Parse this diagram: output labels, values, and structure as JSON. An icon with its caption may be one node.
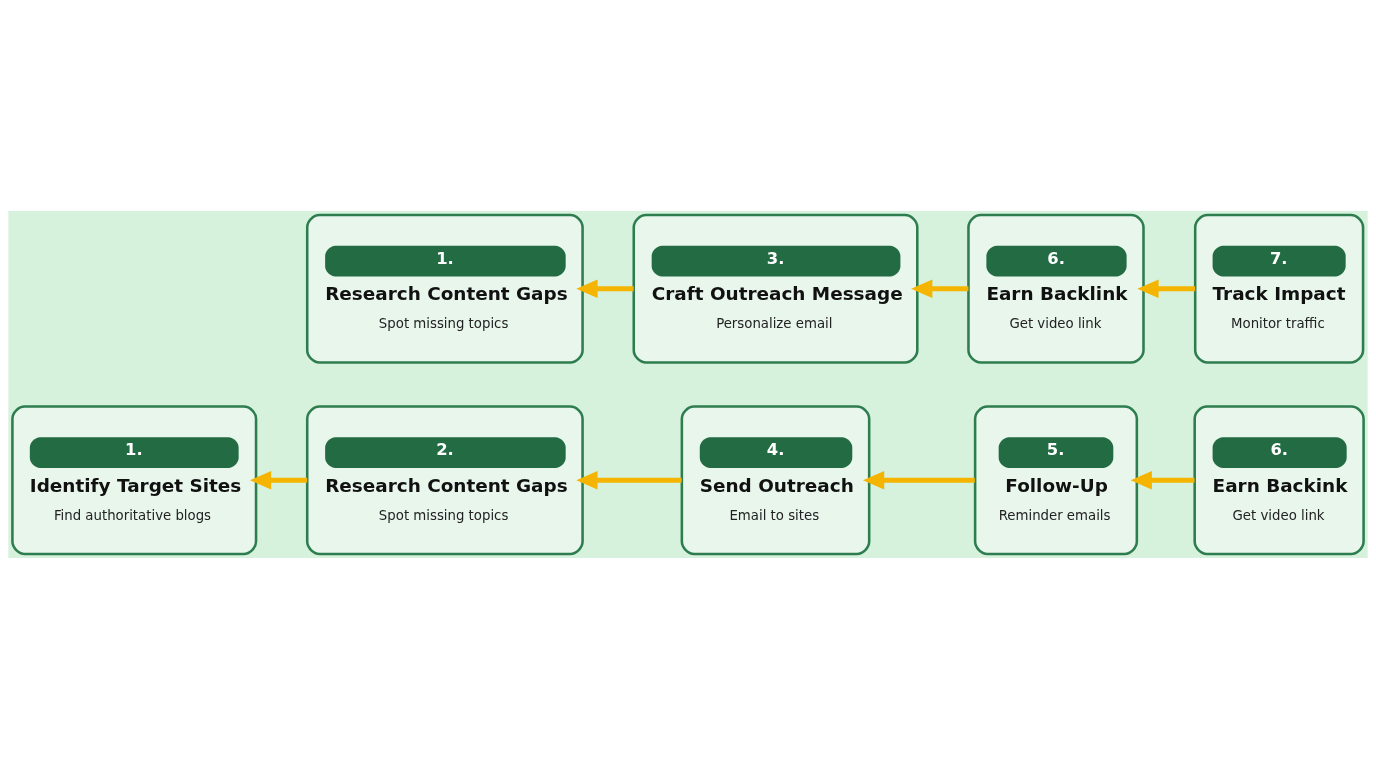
{
  "diagram": {
    "nodes": [
      {
        "text": [
          "1.",
          "Identify Target Sites",
          "Find authoritative blogs"
        ]
      },
      {
        "text": [
          "2.",
          "Research Content Gaps",
          "Spot missing topics"
        ]
      },
      {
        "text": [
          "4.",
          "Send Outreach",
          "Email to sites"
        ]
      },
      {
        "text": [
          "5.",
          "Follow-Up",
          "Reminder emails"
        ]
      },
      {
        "text": [
          "6.",
          "Earn Backink",
          "Get video link"
        ]
      },
      {
        "text": [
          "1.",
          "Research Content Gaps",
          "Spot missing topics"
        ]
      },
      {
        "text": [
          "3.",
          "Craft Outreach Message",
          "Personalize email"
        ]
      },
      {
        "text": [
          "6.",
          "Earn Backlink",
          "Get video link"
        ]
      },
      {
        "text": [
          "7.",
          "Track Impact",
          "Monitor traffic"
        ]
      }
    ],
    "edges": [
      {
        "from": 1,
        "to": 0,
        "arrow": "to"
      },
      {
        "from": 2,
        "to": 1,
        "arrow": "to"
      },
      {
        "from": 3,
        "to": 2,
        "arrow": "to"
      },
      {
        "from": 4,
        "to": 3,
        "arrow": "to"
      },
      {
        "from": 6,
        "to": 5,
        "arrow": "to"
      },
      {
        "from": 7,
        "to": 6,
        "arrow": "to"
      },
      {
        "from": 8,
        "to": 7,
        "arrow": "to"
      }
    ]
  }
}
